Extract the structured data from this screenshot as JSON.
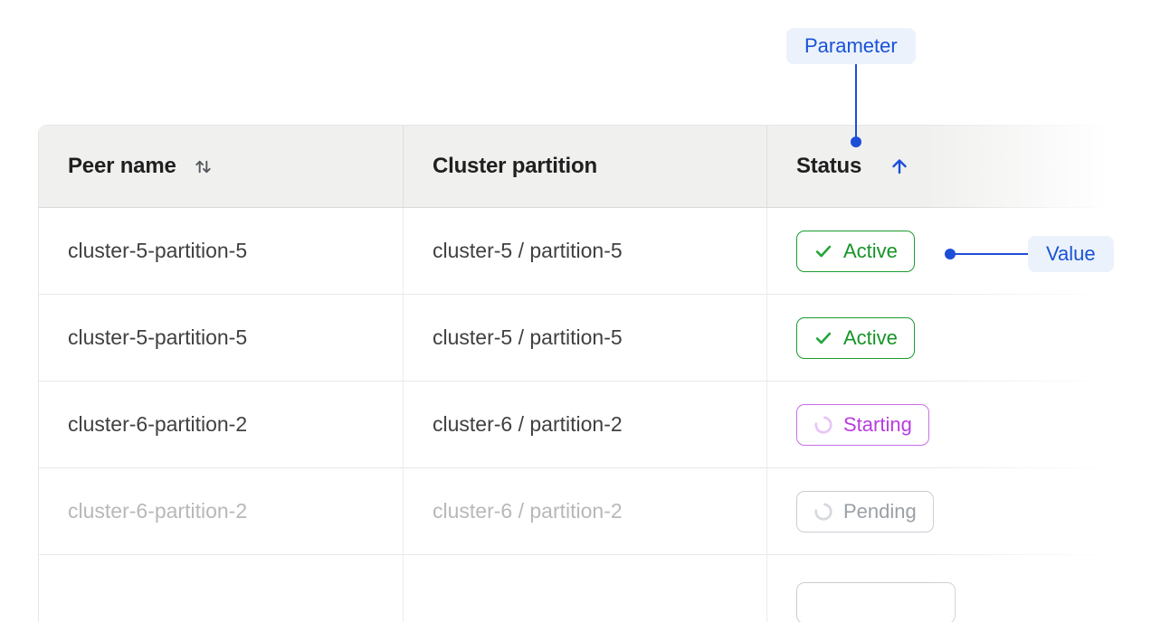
{
  "annotations": {
    "parameter": {
      "label": "Parameter"
    },
    "value": {
      "label": "Value"
    }
  },
  "table": {
    "header": {
      "peer_name": "Peer name",
      "cluster_partition": "Cluster partition",
      "status": "Status",
      "peer_name_sort": "unsorted",
      "status_sort": "ascending"
    },
    "rows": [
      {
        "peer_name": "cluster-5-partition-5",
        "cluster_partition": "cluster-5 / partition-5",
        "status": "Active",
        "muted": false
      },
      {
        "peer_name": "cluster-5-partition-5",
        "cluster_partition": "cluster-5 / partition-5",
        "status": "Active",
        "muted": false
      },
      {
        "peer_name": "cluster-6-partition-2",
        "cluster_partition": "cluster-6 / partition-2",
        "status": "Starting",
        "muted": false
      },
      {
        "peer_name": "cluster-6-partition-2",
        "cluster_partition": "cluster-6 / partition-2",
        "status": "Pending",
        "muted": true
      }
    ]
  },
  "colors": {
    "accent_blue": "#1d4ed8",
    "callout_bg": "#ecf2fc",
    "active_green": "#1a9c2e",
    "starting_purple": "#b93ce0",
    "pending_gray": "#9aa0a6",
    "header_bg": "#f0f0ef"
  }
}
